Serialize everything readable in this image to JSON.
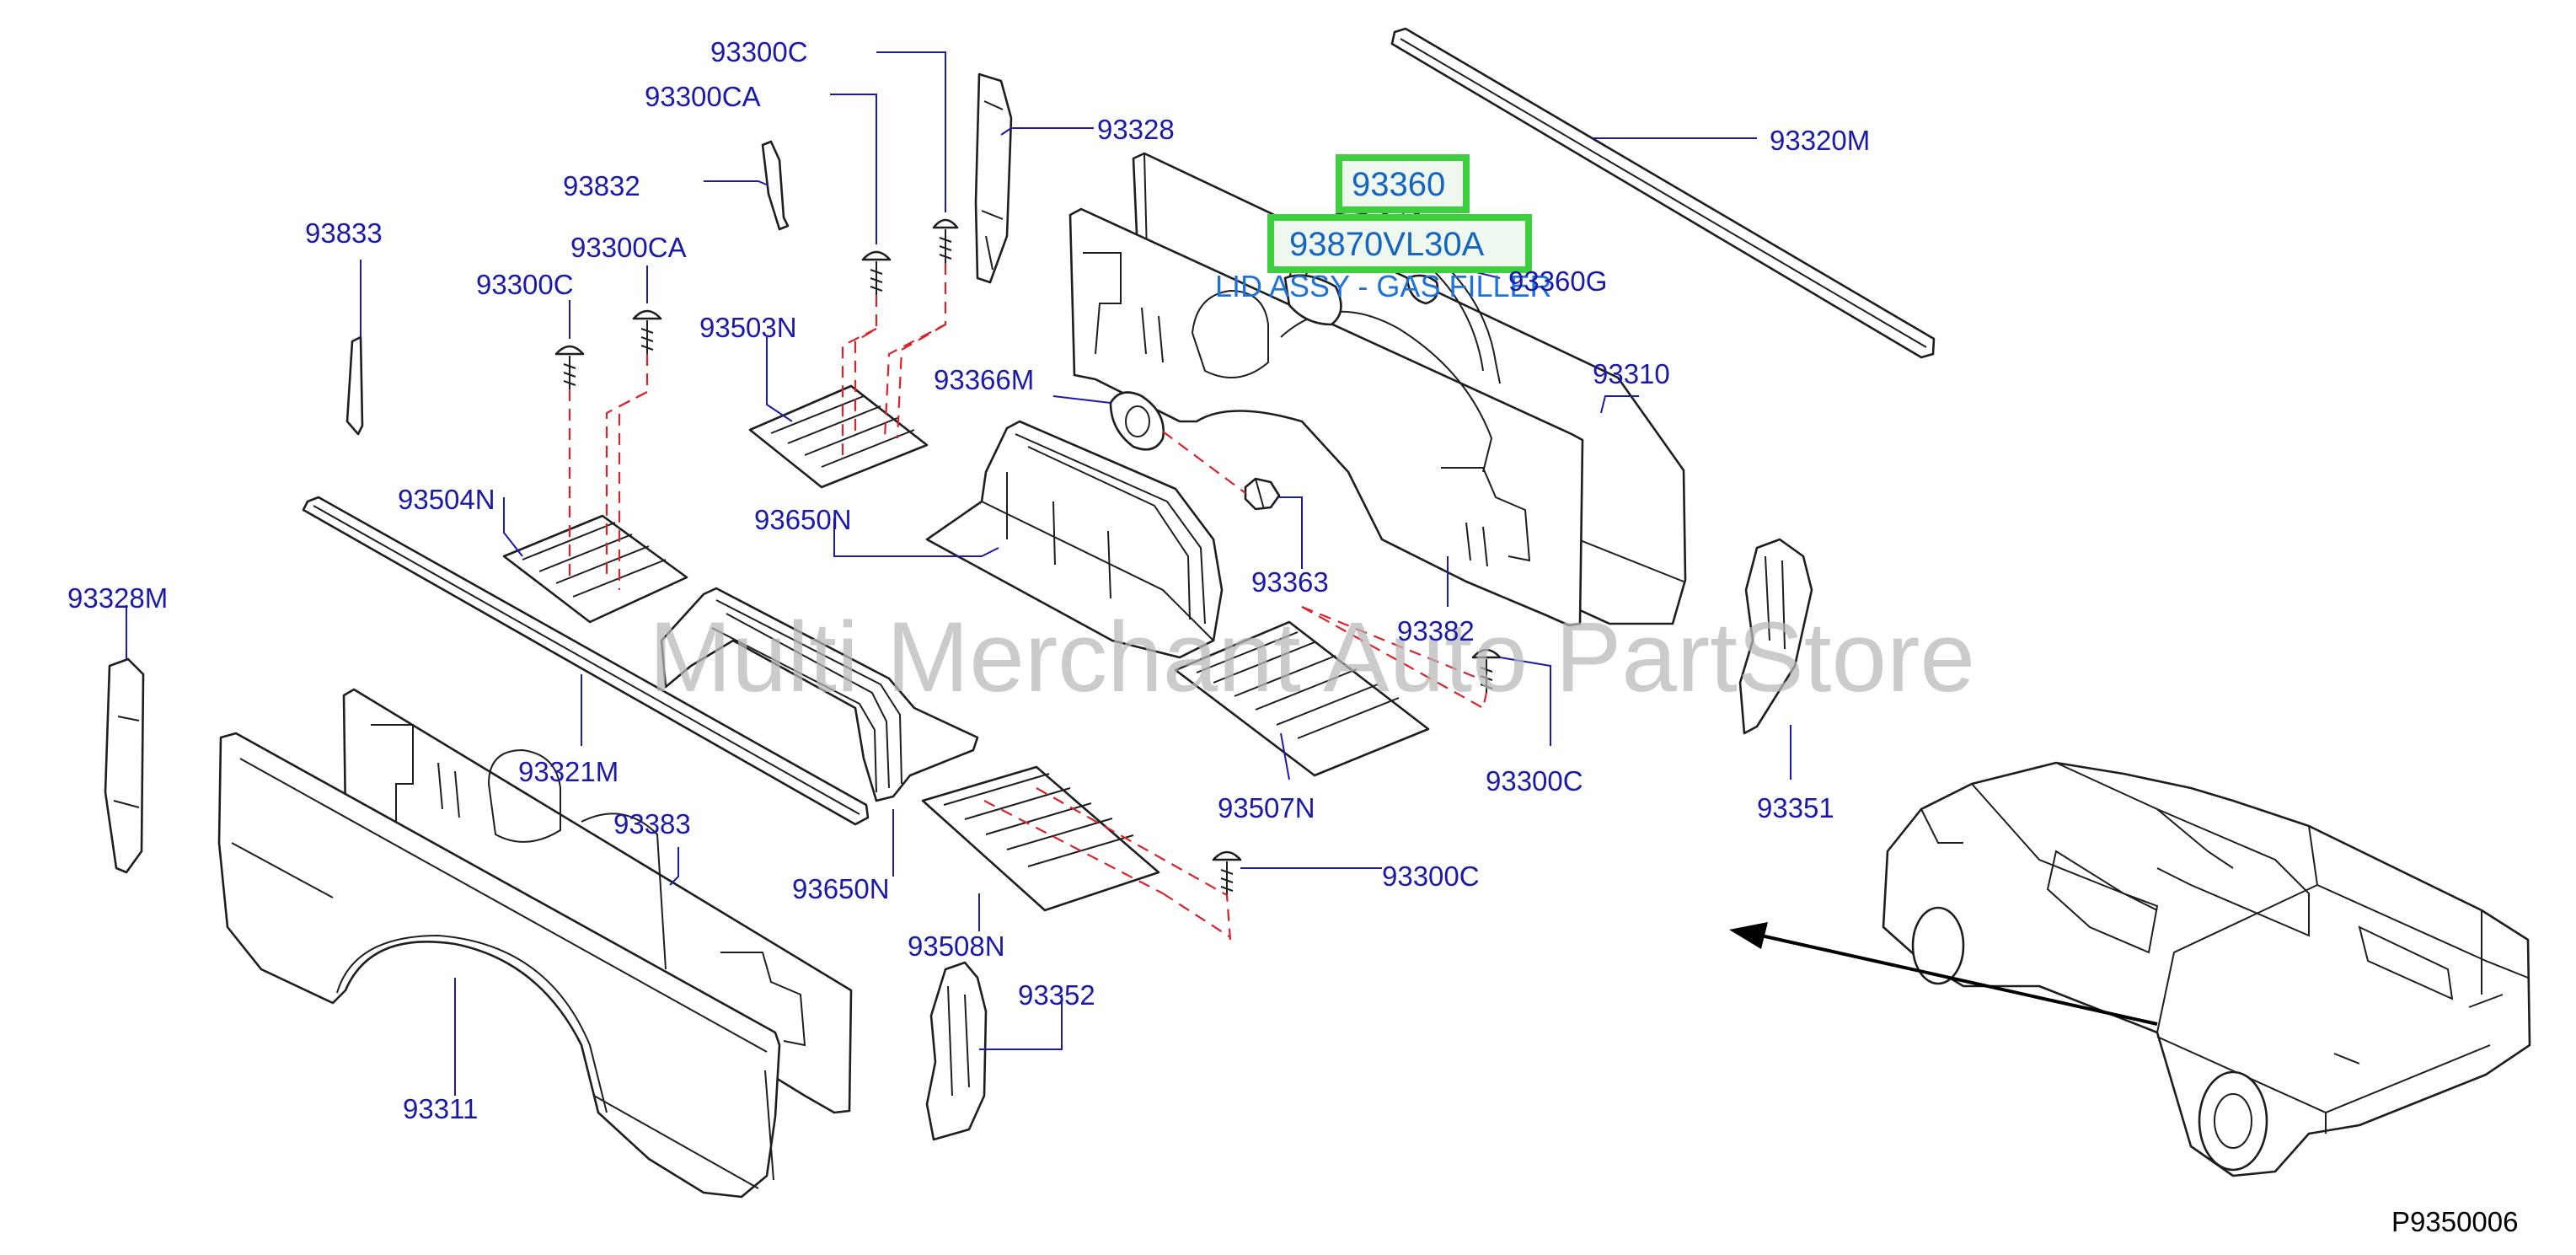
{
  "diagram": {
    "code": "P9350006",
    "watermark": "Multi Merchant Auto PartStore",
    "description": "LID ASSY - GAS FILLER",
    "highlight": {
      "color": "#3ecf3e"
    },
    "colors": {
      "label": "#1a1aa8",
      "description": "#1e73d8",
      "dashed_leader": "#d9232a",
      "watermark": "#b8b8b8"
    },
    "labels": {
      "93300C_top": "93300C",
      "93300CA_top": "93300CA",
      "93328": "93328",
      "93832": "93832",
      "93833": "93833",
      "93300CA_left": "93300CA",
      "93300C_left": "93300C",
      "93503N": "93503N",
      "93366M": "93366M",
      "93360": "93360",
      "93870VL30A": "93870VL30A",
      "93360G": "93360G",
      "93320M": "93320M",
      "93310": "93310",
      "93504N": "93504N",
      "93650N_top": "93650N",
      "93363": "93363",
      "93382": "93382",
      "93328M": "93328M",
      "93321M": "93321M",
      "93383": "93383",
      "93300C_mid": "93300C",
      "93507N": "93507N",
      "93351": "93351",
      "93650N_bottom": "93650N",
      "93300C_bottom": "93300C",
      "93508N": "93508N",
      "93352": "93352",
      "93311": "93311"
    }
  }
}
